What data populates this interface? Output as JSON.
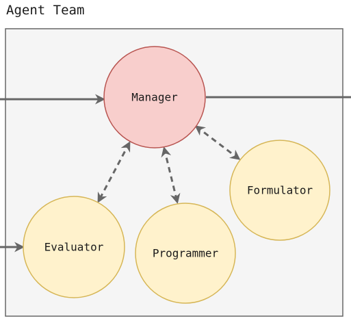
{
  "diagram": {
    "title": "Agent Team",
    "container": {
      "fill": "#f5f5f5",
      "stroke": "#666666"
    },
    "nodes": [
      {
        "id": "manager",
        "label": "Manager",
        "fill": "#f8cecc",
        "stroke": "#b85450"
      },
      {
        "id": "evaluator",
        "label": "Evaluator",
        "fill": "#fff2cc",
        "stroke": "#d6b656"
      },
      {
        "id": "programmer",
        "label": "Programmer",
        "fill": "#fff2cc",
        "stroke": "#d6b656"
      },
      {
        "id": "formulator",
        "label": "Formulator",
        "fill": "#fff2cc",
        "stroke": "#d6b656"
      }
    ],
    "edges": [
      {
        "from": "external-left-top",
        "to": "manager",
        "style": "solid",
        "direction": "forward"
      },
      {
        "from": "manager",
        "to": "external-right",
        "style": "solid",
        "direction": "none"
      },
      {
        "from": "external-left-bottom",
        "to": "evaluator",
        "style": "solid",
        "direction": "forward"
      },
      {
        "from": "manager",
        "to": "evaluator",
        "style": "dashed",
        "direction": "both"
      },
      {
        "from": "manager",
        "to": "programmer",
        "style": "dashed",
        "direction": "both"
      },
      {
        "from": "manager",
        "to": "formulator",
        "style": "dashed",
        "direction": "both"
      }
    ],
    "edge_color": "#666666"
  }
}
